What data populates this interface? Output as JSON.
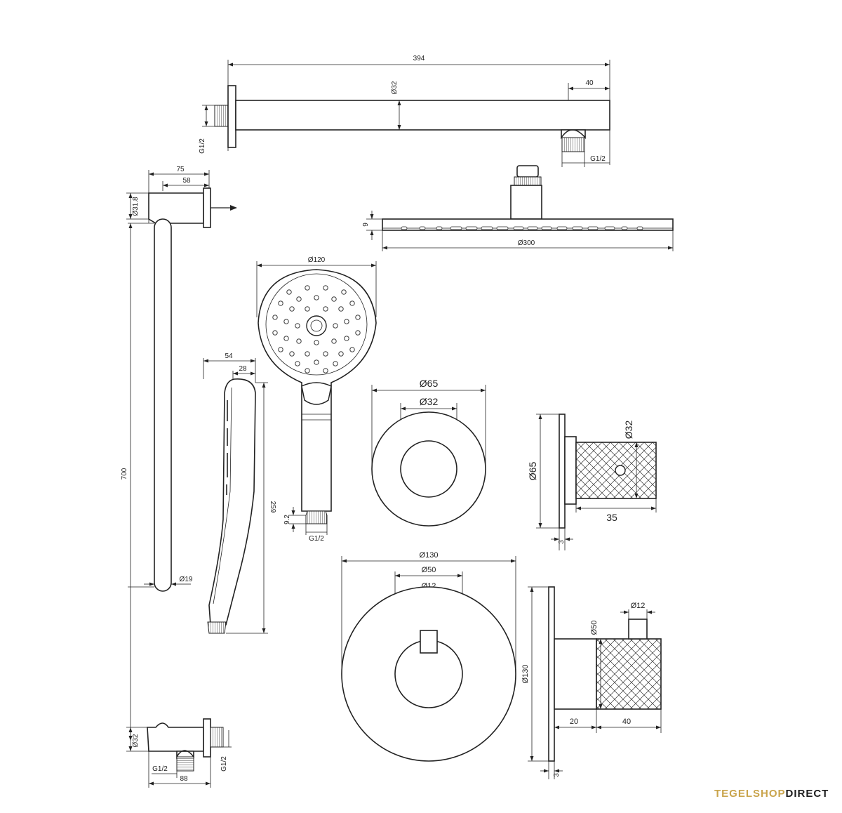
{
  "dimensions": {
    "arm_length": "394",
    "arm_diameter": "Ø32",
    "arm_end_offset": "40",
    "arm_thread_left": "G1/2",
    "arm_thread_right": "G1/2",
    "rail_top_offset": "75",
    "rail_top_inner": "58",
    "rail_top_dia": "Ø31.8",
    "rail_length": "700",
    "rail_tube_dia": "Ø19",
    "rail_bottom_dia": "Ø32",
    "rail_bottom_thread_left": "G1/2",
    "rail_bottom_thread_right": "G1/2",
    "rail_bottom_width": "88",
    "rain_height": "9",
    "rain_diameter": "Ø300",
    "hand_diameter": "Ø120",
    "hand_side_depth": "54",
    "hand_side_depth_inner": "28",
    "hand_length": "259",
    "hand_conn_height": "9.2",
    "hand_thread": "G1/2",
    "stop_outer_dia": "Ø65",
    "stop_inner_dia": "Ø32",
    "stop_side_dia": "Ø65",
    "stop_side_knob_dia": "Ø32",
    "stop_side_knob_length": "35",
    "stop_side_plate": "3",
    "mixer_outer_dia": "Ø130",
    "mixer_knob_dia": "Ø50",
    "mixer_lever_dia": "Ø12",
    "mixer_side_dia": "Ø130",
    "mixer_side_knob_dia": "Ø50",
    "mixer_side_lever_dia": "Ø12",
    "mixer_side_base": "20",
    "mixer_side_knob_length": "40",
    "mixer_side_plate": "3"
  },
  "brand": {
    "part1": "TEGELSHOP",
    "part2": "DIRECT"
  }
}
